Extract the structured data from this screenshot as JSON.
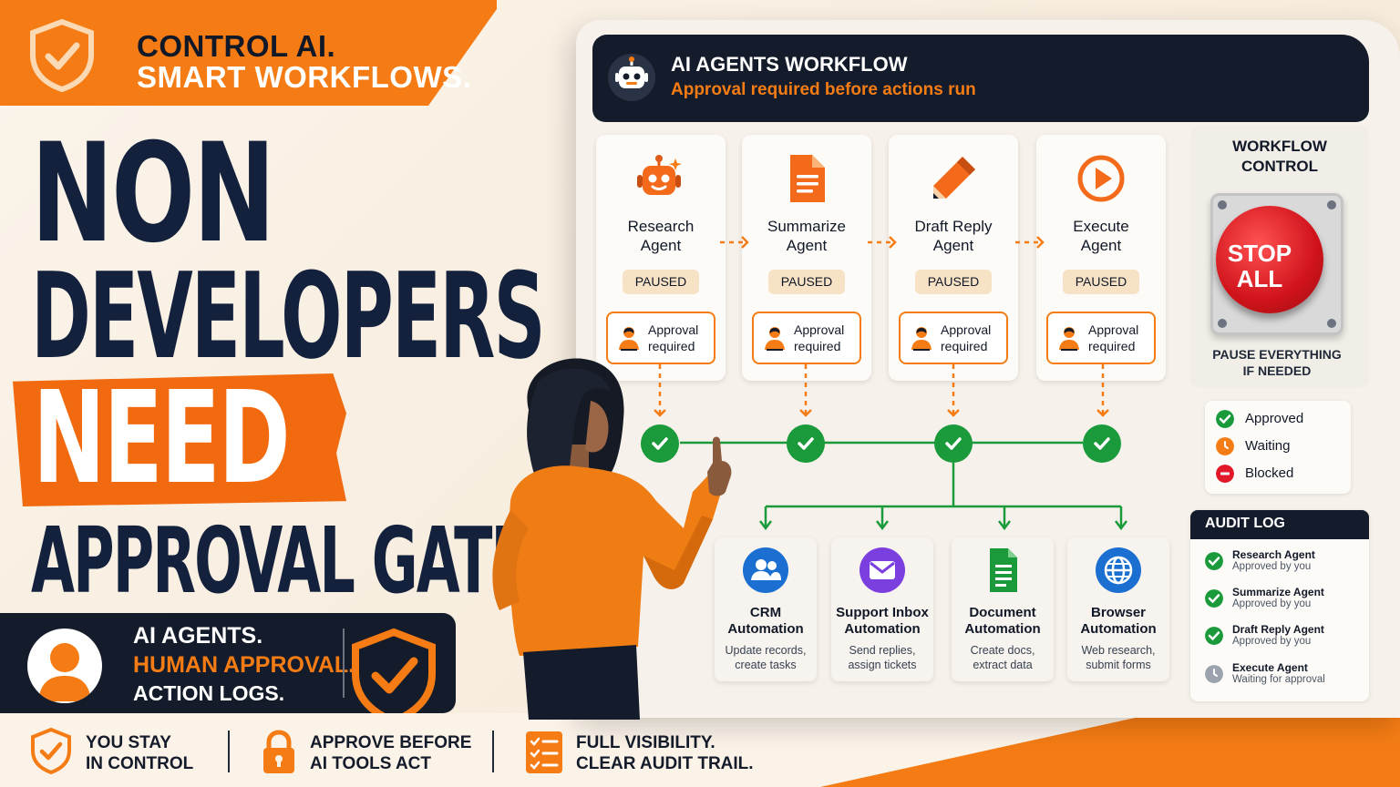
{
  "banner": {
    "line1": "CONTROL AI.",
    "line2": "SMART WORKFLOWS."
  },
  "headline": {
    "line1": "NON",
    "line2": "DEVELOPERS",
    "line3": "NEED",
    "line4": "APPROVAL GATES"
  },
  "info_box": {
    "line1": "AI AGENTS.",
    "line2": "HUMAN APPROVAL.",
    "line3": "ACTION LOGS."
  },
  "features": [
    {
      "line1": "YOU STAY",
      "line2": "IN CONTROL",
      "icon": "shield-check-icon"
    },
    {
      "line1": "APPROVE BEFORE",
      "line2": "AI TOOLS ACT",
      "icon": "padlock-icon"
    },
    {
      "line1": "FULL VISIBILITY.",
      "line2": "CLEAR AUDIT TRAIL.",
      "icon": "checklist-icon"
    }
  ],
  "dashboard": {
    "title": "AI AGENTS WORKFLOW",
    "subtitle": "Approval required before actions run",
    "agents": [
      {
        "name_line1": "Research",
        "name_line2": "Agent",
        "status": "PAUSED",
        "approval_line1": "Approval",
        "approval_line2": "required",
        "icon": "robot-icon"
      },
      {
        "name_line1": "Summarize",
        "name_line2": "Agent",
        "status": "PAUSED",
        "approval_line1": "Approval",
        "approval_line2": "required",
        "icon": "document-icon"
      },
      {
        "name_line1": "Draft Reply",
        "name_line2": "Agent",
        "status": "PAUSED",
        "approval_line1": "Approval",
        "approval_line2": "required",
        "icon": "pencil-icon"
      },
      {
        "name_line1": "Execute",
        "name_line2": "Agent",
        "status": "PAUSED",
        "approval_line1": "Approval",
        "approval_line2": "required",
        "icon": "play-icon"
      }
    ],
    "tools": [
      {
        "name_line1": "CRM",
        "name_line2": "Automation",
        "desc_line1": "Update records,",
        "desc_line2": "create tasks",
        "icon": "users-icon",
        "color": "#1a6fd1"
      },
      {
        "name_line1": "Support Inbox",
        "name_line2": "Automation",
        "desc_line1": "Send replies,",
        "desc_line2": "assign tickets",
        "icon": "mail-icon",
        "color": "#7b3fe0"
      },
      {
        "name_line1": "Document",
        "name_line2": "Automation",
        "desc_line1": "Create docs,",
        "desc_line2": "extract data",
        "icon": "sheet-icon",
        "color": "#1a9a3a"
      },
      {
        "name_line1": "Browser",
        "name_line2": "Automation",
        "desc_line1": "Web research,",
        "desc_line2": "submit forms",
        "icon": "globe-icon",
        "color": "#1a6fd1"
      }
    ],
    "control": {
      "title_line1": "WORKFLOW",
      "title_line2": "CONTROL",
      "stop_line1": "STOP",
      "stop_line2": "ALL",
      "pause_line1": "PAUSE EVERYTHING",
      "pause_line2": "IF NEEDED"
    },
    "legend": [
      {
        "label": "Approved",
        "color": "#1a9a3a"
      },
      {
        "label": "Waiting",
        "color": "#f57c14"
      },
      {
        "label": "Blocked",
        "color": "#e0182a"
      }
    ],
    "audit": {
      "title": "AUDIT LOG",
      "entries": [
        {
          "name": "Research Agent",
          "sub": "Approved by you",
          "color": "#1a9a3a"
        },
        {
          "name": "Summarize Agent",
          "sub": "Approved by you",
          "color": "#1a9a3a"
        },
        {
          "name": "Draft Reply Agent",
          "sub": "Approved by you",
          "color": "#1a9a3a"
        },
        {
          "name": "Execute Agent",
          "sub": "Waiting for approval",
          "color": "#9ca3af"
        }
      ]
    }
  },
  "colors": {
    "accent": "#f57c14",
    "navy": "#141b2a",
    "green": "#1a9a3a",
    "red": "#e0182a"
  }
}
